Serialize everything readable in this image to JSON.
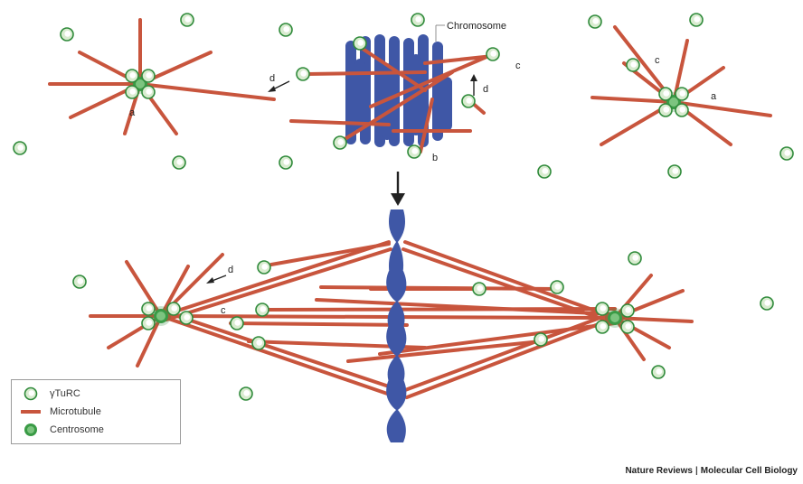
{
  "labels": {
    "chromosome": "Chromosome",
    "a": "a",
    "b": "b",
    "c": "c",
    "d": "d"
  },
  "legend": {
    "gamma_turc": "γTuRC",
    "microtubule": "Microtubule",
    "centrosome": "Centrosome"
  },
  "credit": {
    "journal": "Nature Reviews",
    "separator": "|",
    "subject": "Molecular Cell Biology"
  },
  "colors": {
    "microtubule": "#c8553d",
    "chromosome": "#3f57a6",
    "gamma_turc": "#2f8a3a",
    "centrosome": "#2f8a3a"
  }
}
